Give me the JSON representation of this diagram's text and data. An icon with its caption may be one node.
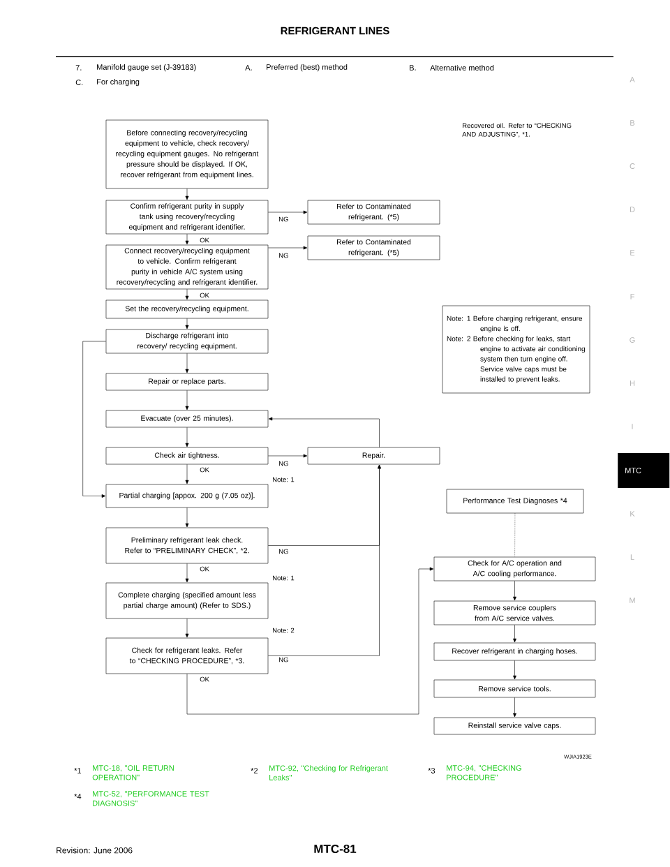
{
  "diagram": {
    "title": "REFRIGERANT LINES",
    "nodes": [
      {
        "text": [
          "Before connecting recovery/recycling equipment to vehicle, check recovery/ recycling equipment gauges. No refrigerant pressure should be displayed. If OK, recover refrigerant from equipment lines."
        ]
      },
      {
        "text": [
          "Confirm refrigerant purity in supply tank using recovery/recycling equipment and refrigerant identifier."
        ]
      },
      {
        "text": [
          "Refer to Contaminated refrigerant. (*5)"
        ]
      },
      {
        "text": [
          "Connect recovery/recycling equipment to vehicle. Confirm refrigerant purity in vehicle A/C system using recovery/recycling and refrigerant identifier."
        ]
      },
      {
        "text": [
          "Refer to Contaminated refrigerant. (*5)"
        ]
      },
      {
        "text": [
          "Set the recovery/recycling equipment."
        ]
      },
      {
        "text": [
          "Discharge refrigerant into recovery/ recycling equipment."
        ]
      },
      {
        "text": [
          "Repair or replace parts."
        ]
      },
      {
        "text": [
          "Evacuate (over 25 minutes)."
        ]
      },
      {
        "text": [
          "Check air tightness."
        ]
      },
      {
        "text": [
          "Repair."
        ]
      },
      {
        "text": [
          "Partial charging [appox. 200 g (7.05 oz)]."
        ]
      },
      {
        "text": [
          "Preliminary refrigerant leak check. Refer to “PRELIMINARY CHECK”, *2."
        ]
      },
      {
        "text": [
          "Complete charging (specified amount less partial charge amount) (Refer to SDS.)"
        ]
      },
      {
        "text": [
          "Check for refrigerant leaks. Refer to “CHECKING PROCEDURE”, *3."
        ]
      },
      {
        "text": [
          "Note: 1 Before charging refrigerant, ensure engine is off.",
          "Note: 2 Before checking for leaks, start engine to activate air conditioning system then turn engine off. Service valve caps must be installed to prevent leaks."
        ]
      },
      {
        "text": [
          "Performance Test Diagnoses *4"
        ]
      },
      {
        "text": [
          "Check for A/C operation and A/C cooling performance."
        ]
      },
      {
        "text": [
          "Remove service couplers from A/C service valves."
        ]
      },
      {
        "text": [
          "Recover refrigerant in charging hoses."
        ]
      },
      {
        "text": [
          "Remove service tools."
        ]
      },
      {
        "text": [
          "Reinstall service valve caps."
        ]
      }
    ],
    "edges": [
      {
        "from": 0,
        "to": 1,
        "arrow": "to"
      },
      {
        "from": 1,
        "to": 2,
        "arrow": "to",
        "label": "NG"
      },
      {
        "from": 1,
        "to": 3,
        "arrow": "to",
        "label": "OK"
      },
      {
        "from": 3,
        "to": 4,
        "arrow": "to",
        "label": "NG"
      },
      {
        "from": 3,
        "to": 5,
        "arrow": "to",
        "label": "OK"
      },
      {
        "from": 5,
        "to": 6,
        "arrow": "to"
      },
      {
        "from": 6,
        "to": 7,
        "arrow": "to"
      },
      {
        "from": 6,
        "to": 11,
        "arrow": "to"
      },
      {
        "from": 7,
        "to": 8,
        "arrow": "to"
      },
      {
        "from": 8,
        "to": 9,
        "arrow": "to"
      },
      {
        "from": 9,
        "to": 10,
        "arrow": "to",
        "label": "NG"
      },
      {
        "from": 9,
        "to": 11,
        "arrow": "to",
        "label": "OK"
      },
      {
        "from": 10,
        "to": 8,
        "arrow": "to"
      },
      {
        "from": 11,
        "to": 12,
        "arrow": "to"
      },
      {
        "from": 12,
        "to": 10,
        "arrow": "to",
        "label": "NG"
      },
      {
        "from": 12,
        "to": 13,
        "arrow": "to",
        "label": "OK"
      },
      {
        "from": 13,
        "to": 14,
        "arrow": "to"
      },
      {
        "from": 14,
        "to": 10,
        "arrow": "to",
        "label": "NG"
      },
      {
        "from": 14,
        "to": 17,
        "arrow": "to",
        "label": "OK"
      },
      {
        "from": 16,
        "to": 17,
        "arrow": "none",
        "style": "dashed"
      },
      {
        "from": 17,
        "to": 18,
        "arrow": "to"
      },
      {
        "from": 18,
        "to": 19,
        "arrow": "to"
      },
      {
        "from": 19,
        "to": 20,
        "arrow": "to"
      },
      {
        "from": 20,
        "to": 21,
        "arrow": "to"
      }
    ],
    "labels": [
      "7.",
      "Manifold gauge set (J-39183)",
      "A.",
      "Preferred (best) method",
      "B.",
      "Alternative method",
      "C.",
      "For charging",
      "Recovered oil. Refer to “CHECKING AND ADJUSTING”, *1.",
      "Note: 1",
      "Note: 1",
      "Note: 2",
      "WJIA1923E",
      "*1",
      "MTC-18, \"OIL RETURN OPERATION\"",
      "*2",
      "MTC-92, \"Checking for Refrigerant Leaks\"",
      "*3",
      "MTC-94, \"CHECKING PROCEDURE\"",
      "*4",
      "MTC-52, \"PERFORMANCE TEST DIAGNOSIS\"",
      "Revision: June 2006",
      "MTC-81",
      "A",
      "B",
      "C",
      "D",
      "E",
      "F",
      "G",
      "H",
      "I",
      "MTC",
      "K",
      "L",
      "M"
    ]
  }
}
